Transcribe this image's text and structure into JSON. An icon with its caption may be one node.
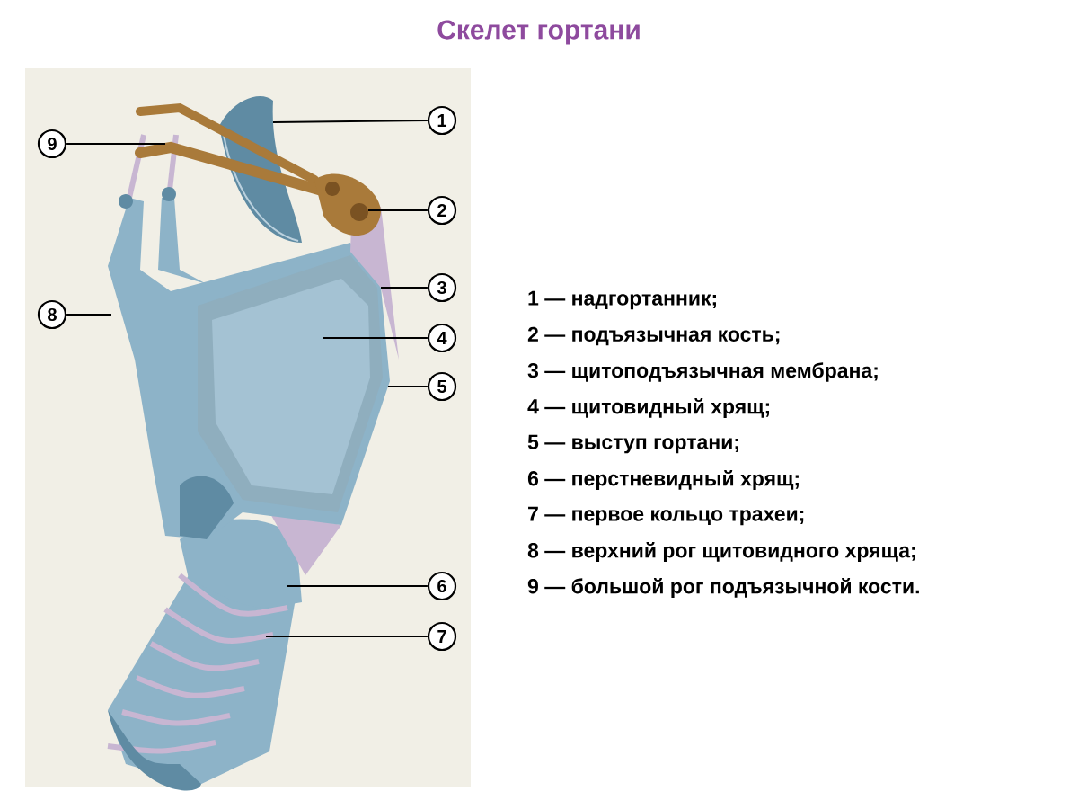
{
  "diagram": {
    "title": "Скелет гортани",
    "nodes": [
      {
        "text": [
          "1"
        ]
      },
      {
        "text": [
          "2"
        ]
      },
      {
        "text": [
          "3"
        ]
      },
      {
        "text": [
          "4"
        ]
      },
      {
        "text": [
          "5"
        ]
      },
      {
        "text": [
          "6"
        ]
      },
      {
        "text": [
          "7"
        ]
      },
      {
        "text": [
          "8"
        ]
      },
      {
        "text": [
          "9"
        ]
      }
    ],
    "edges": [
      {
        "from": 0,
        "to": null,
        "arrow": "none"
      },
      {
        "from": 1,
        "to": null,
        "arrow": "none"
      },
      {
        "from": 2,
        "to": null,
        "arrow": "none"
      },
      {
        "from": 3,
        "to": null,
        "arrow": "none"
      },
      {
        "from": 4,
        "to": null,
        "arrow": "none"
      },
      {
        "from": 5,
        "to": null,
        "arrow": "none"
      },
      {
        "from": 6,
        "to": null,
        "arrow": "none"
      },
      {
        "from": 7,
        "to": null,
        "arrow": "none"
      },
      {
        "from": 8,
        "to": null,
        "arrow": "none"
      }
    ],
    "labels": [
      "1 — надгортанник;",
      "2 — подъязычная кость;",
      "3 — щитоподъязычная мембрана;",
      "4 — щитовидный хрящ;",
      "5 — выступ гортани;",
      "6 — перстневидный хрящ;",
      "7 — первое кольцо трахеи;",
      "8 — верхний рог щитовидного хряща;",
      "9 — большой рог подъязычной кости."
    ]
  }
}
